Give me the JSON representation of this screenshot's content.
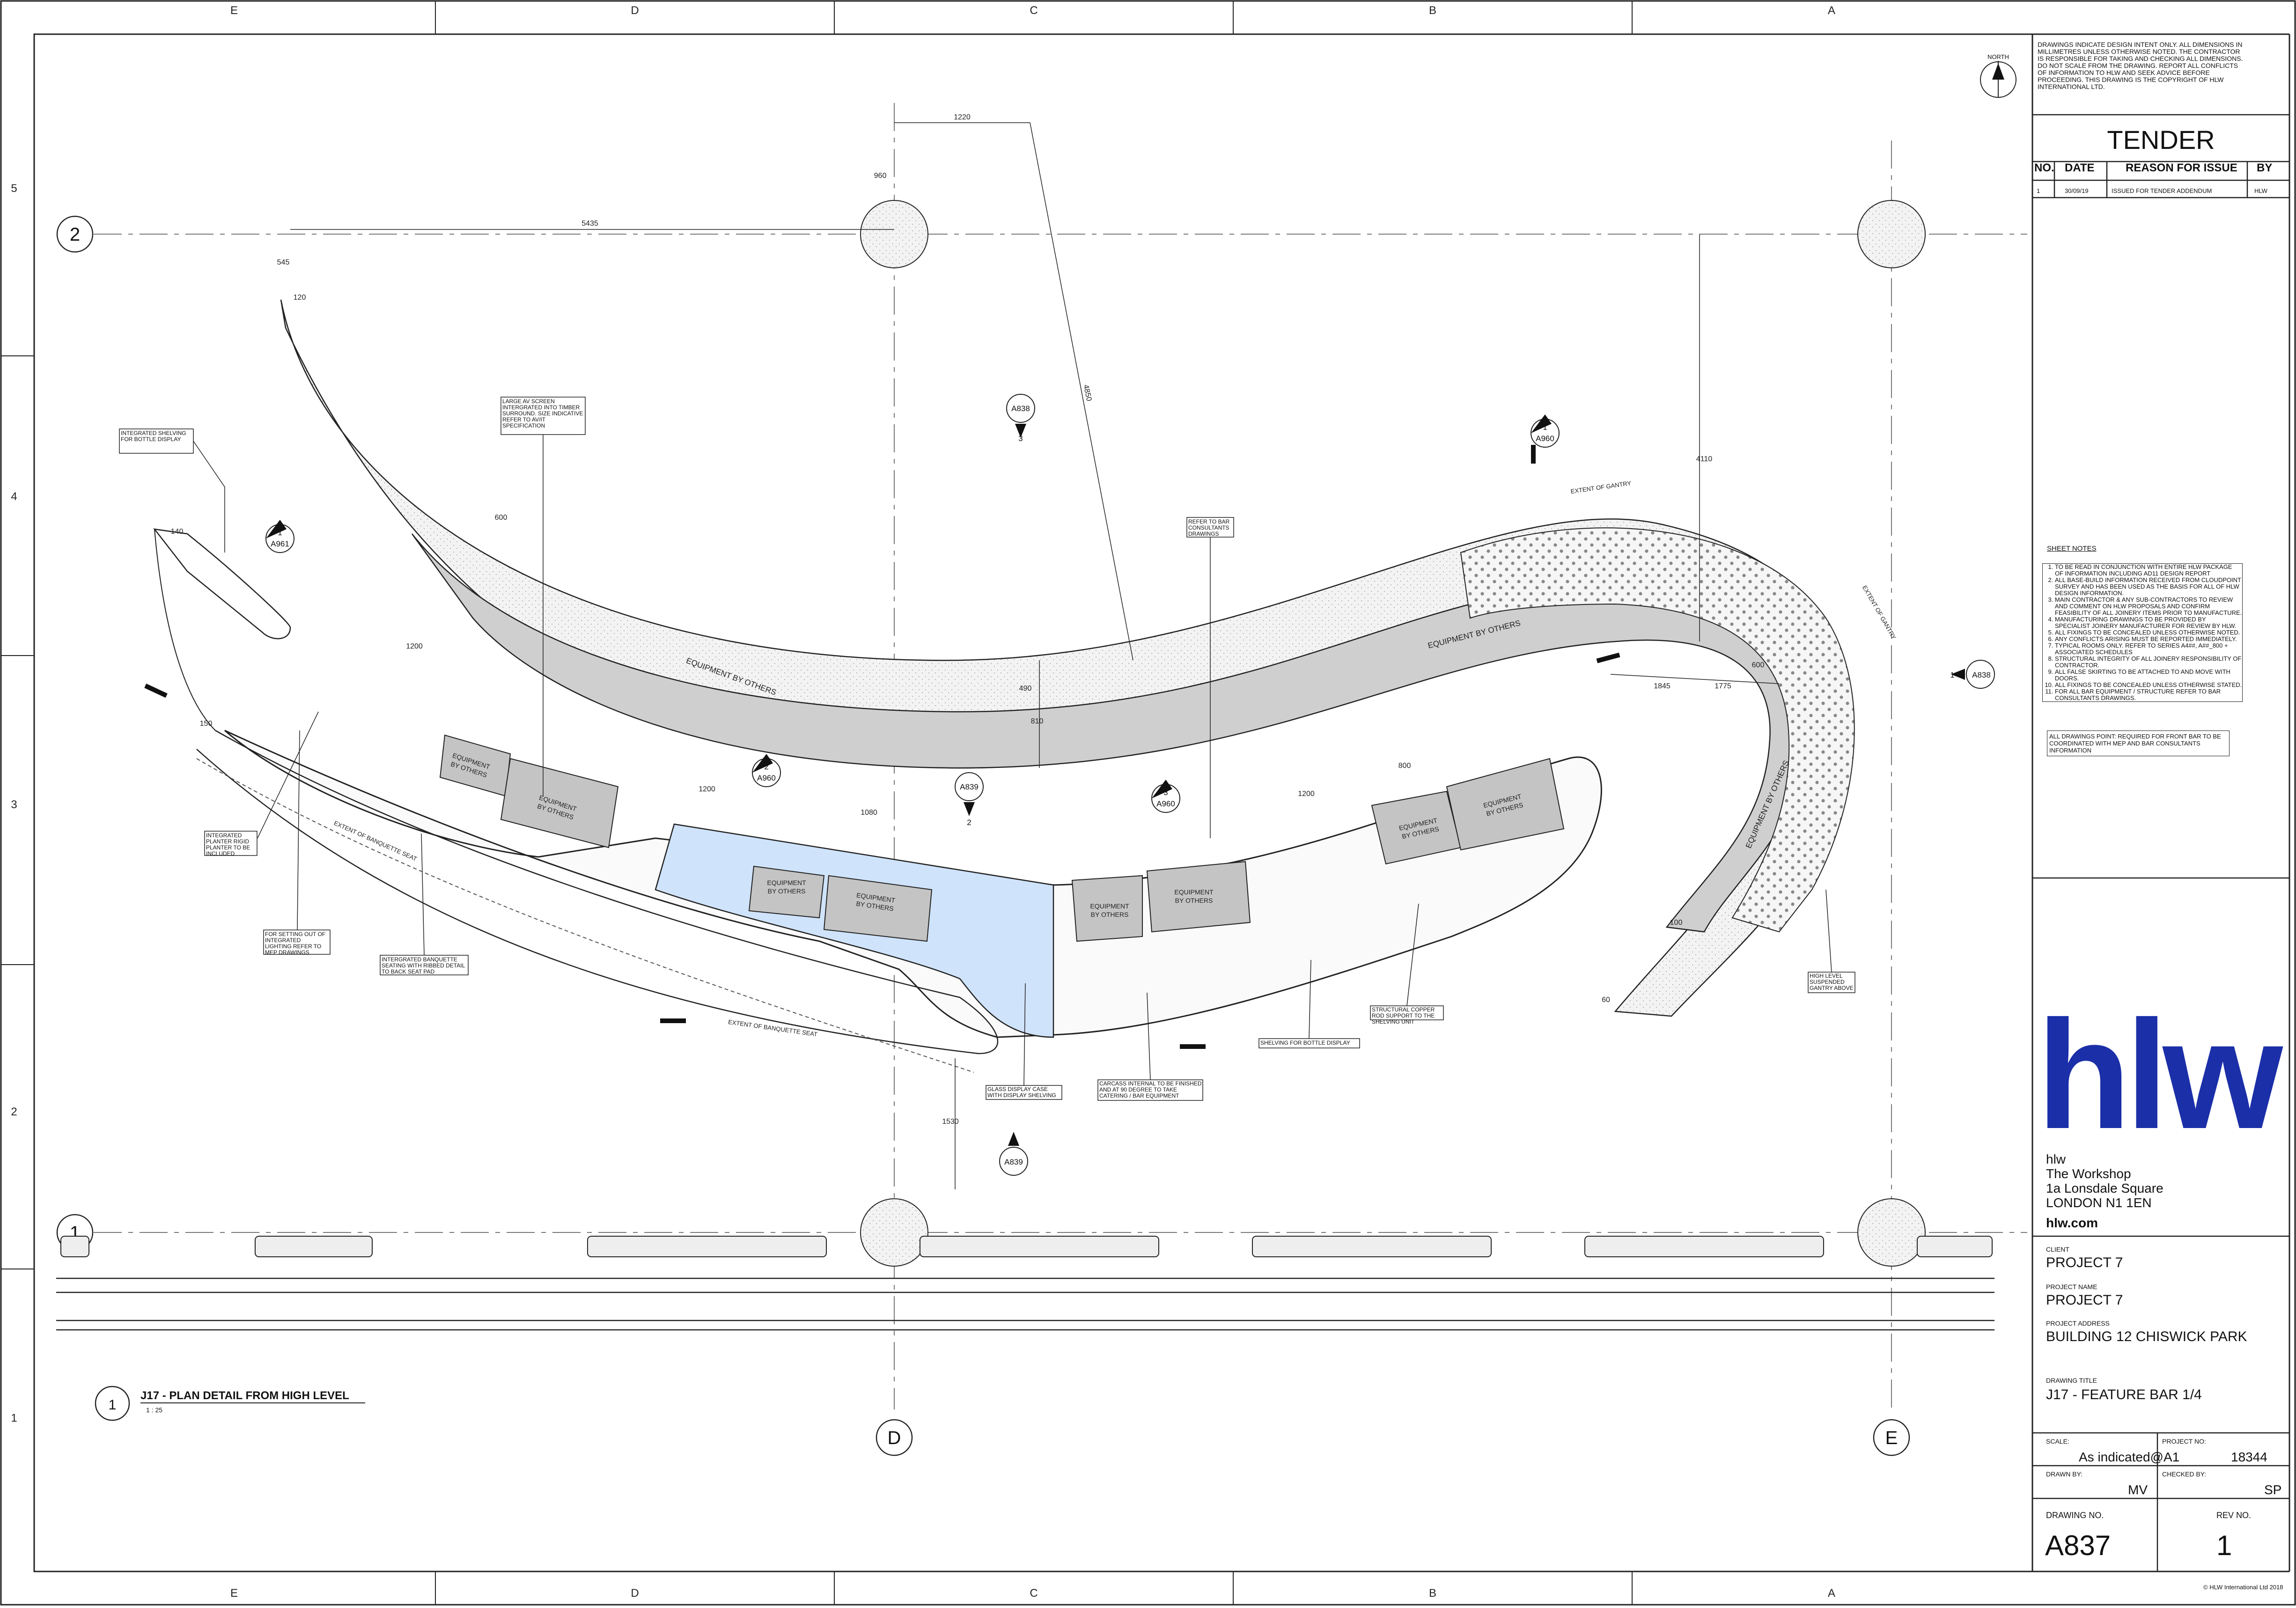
{
  "grid": {
    "cols": [
      "E",
      "D",
      "C",
      "B",
      "A"
    ],
    "rows": [
      "5",
      "4",
      "3",
      "2",
      "1"
    ],
    "axes": [
      "2",
      "1",
      "D",
      "E"
    ]
  },
  "north": "NORTH",
  "disclaimer": "DRAWINGS INDICATE DESIGN INTENT ONLY. ALL DIMENSIONS IN MILLIMETRES UNLESS OTHERWISE NOTED. THE CONTRACTOR IS RESPONSIBLE FOR TAKING AND CHECKING ALL DIMENSIONS. DO NOT SCALE FROM THE DRAWING. REPORT ALL CONFLICTS OF INFORMATION TO HLW AND SEEK ADVICE BEFORE PROCEEDING. THIS DRAWING IS THE COPYRIGHT OF HLW INTERNATIONAL LTD.",
  "issue": {
    "status": "TENDER",
    "headers": [
      "NO.",
      "DATE",
      "REASON FOR ISSUE",
      "BY"
    ],
    "rows": [
      [
        "1",
        "30/09/19",
        "ISSUED FOR TENDER ADDENDUM",
        "HLW"
      ]
    ]
  },
  "sheet_notes": {
    "title": "SHEET NOTES",
    "items": [
      "TO BE READ IN CONJUNCTION WITH ENTIRE HLW PACKAGE OF INFORMATION INCLUDING AD11 DESIGN REPORT",
      "ALL BASE-BUILD INFORMATION RECEIVED FROM CLOUDPOINT SURVEY AND HAS BEEN USED AS THE BASIS FOR ALL OF HLW DESIGN INFORMATION.",
      "MAIN CONTRACTOR & ANY SUB-CONTRACTORS TO REVIEW AND COMMENT ON HLW PROPOSALS AND CONFIRM FEASIBILITY OF ALL JOINERY ITEMS PRIOR TO MANUFACTURE.",
      "MANUFACTURING DRAWINGS TO BE PROVIDED BY SPECIALIST JOINERY MANUFACTURER FOR REVIEW BY HLW.",
      "ALL FIXINGS TO BE CONCEALED UNLESS OTHERWISE NOTED.",
      "ANY CONFLICTS ARISING MUST BE REPORTED IMMEDIATELY.",
      "TYPICAL ROOMS ONLY. REFER TO SERIES A4##, A##_800 + ASSOCIATED SCHEDULES",
      "STRUCTURAL INTEGRITY OF ALL JOINERY RESPONSIBILITY OF CONTRACTOR.",
      "ALL FALSE SKIRTING TO BE ATTACHED TO AND MOVE WITH DOORS.",
      "ALL FIXINGS TO BE CONCEALED UNLESS OTHERWISE STATED.",
      "FOR ALL BAR EQUIPMENT / STRUCTURE REFER TO BAR CONSULTANTS DRAWINGS."
    ],
    "note2": "ALL DRAWINGS POINT: REQUIRED FOR FRONT BAR TO BE COORDINATED WITH MEP AND BAR CONSULTANTS INFORMATION"
  },
  "company": {
    "logo": "hlw",
    "address": [
      "hlw",
      "The Workshop",
      "1a Lonsdale Square",
      "LONDON N1 1EN"
    ],
    "web": "hlw.com"
  },
  "project": {
    "client_label": "CLIENT",
    "client": "PROJECT 7",
    "name_label": "PROJECT NAME",
    "name": "PROJECT 7",
    "address_label": "PROJECT ADDRESS",
    "address": "BUILDING 12 CHISWICK PARK",
    "title_label": "DRAWING TITLE",
    "title": "J17 - FEATURE BAR 1/4",
    "scale_label": "SCALE:",
    "scale": "As indicated@A1",
    "projno_label": "PROJECT NO:",
    "projno": "18344",
    "drawn_label": "DRAWN BY:",
    "drawn": "MV",
    "checked_label": "CHECKED BY:",
    "checked": "SP",
    "drawing_no_label": "DRAWING NO.",
    "drawing_no": "A837",
    "rev_label": "REV NO.",
    "rev": "1"
  },
  "copyright": "© HLW International Ltd 2018",
  "view": {
    "number": "1",
    "title": "J17 -  PLAN DETAIL FROM HIGH LEVEL",
    "scale": "1 : 25"
  },
  "dims": [
    "1220",
    "960",
    "5435",
    "545",
    "120",
    "4850",
    "600",
    "490",
    "810",
    "1200",
    "1200",
    "800",
    "1200",
    "1845",
    "1775",
    "4110",
    "1080",
    "1530",
    "600",
    "140",
    "100",
    "60",
    "150"
  ],
  "section_refs": [
    {
      "n": "1",
      "s": "A961"
    },
    {
      "n": "1",
      "s": "A960"
    },
    {
      "n": "2",
      "s": "A960"
    },
    {
      "n": "3",
      "s": "A960"
    },
    {
      "n": "3",
      "s": "A838"
    },
    {
      "n": "2",
      "s": "A839"
    },
    {
      "n": "1",
      "s": "A839"
    },
    {
      "n": "1",
      "s": "A838"
    }
  ],
  "equipment": "EQUIPMENT BY OTHERS",
  "equip_box": [
    "EQUIPMENT",
    "BY OTHERS"
  ],
  "extent_gantry": "EXTENT OF GANTRY",
  "extent_banquette": "EXTENT OF BANQUETTE SEAT",
  "notes": {
    "shelving": "INTEGRATED SHELVING FOR BOTTLE DISPLAY",
    "av": "LARGE AV SCREEN INTERGRATED INTO TIMBER SURROUND. SIZE INDICATIVE REFER TO AV/IT SPECIFICATION",
    "refer_bar": "REFER TO BAR CONSULTANTS DRAWINGS",
    "planter": "INTEGRATED PLANTER RIGID PLANTER TO BE INCLUDED",
    "setting_out": "FOR SETTING OUT OF INTEGRATED LIGHTING REFER TO MEP DRAWINGS",
    "banquette": "INTERGRATED BANQUETTE SEATING WITH RIBBED DETAIL TO BACK SEAT PAD",
    "glass": "GLASS DISPLAY CASE WITH DISPLAY SHELVING",
    "carcass": "CARCASS INTERNAL TO BE FINISHED AND AT 90 DEGREE TO TAKE CATERING / BAR EQUIPMENT",
    "copper": "STRUCTURAL COPPER ROD SUPPORT TO THE SHELVING UNIT",
    "shelving2": "SHELVING FOR BOTTLE DISPLAY",
    "high_level": "HIGH LEVEL SUSPENDED GANTRY ABOVE"
  }
}
